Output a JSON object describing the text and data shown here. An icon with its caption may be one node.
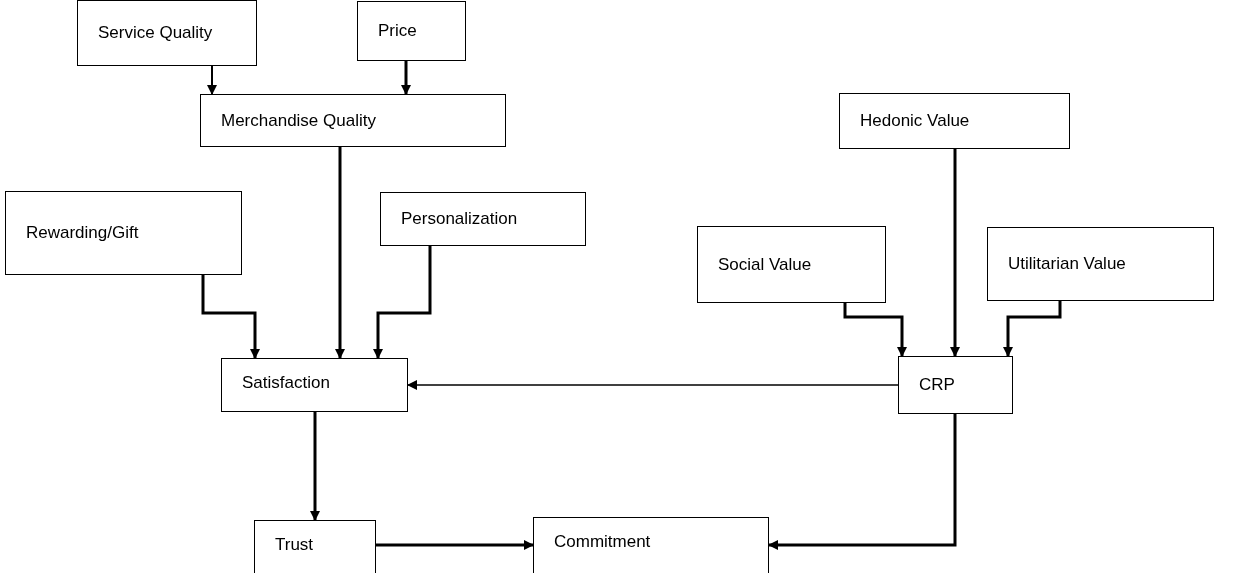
{
  "diagram": {
    "nodes": [
      {
        "text": [
          "Service Quality"
        ]
      },
      {
        "text": [
          "Price"
        ]
      },
      {
        "text": [
          "Merchandise Quality"
        ]
      },
      {
        "text": [
          "Rewarding/Gift"
        ]
      },
      {
        "text": [
          "Personalization"
        ]
      },
      {
        "text": [
          "Hedonic Value"
        ]
      },
      {
        "text": [
          "Social Value"
        ]
      },
      {
        "text": [
          "Utilitarian Value"
        ]
      },
      {
        "text": [
          "Satisfaction"
        ]
      },
      {
        "text": [
          "CRP"
        ]
      },
      {
        "text": [
          "Trust"
        ]
      },
      {
        "text": [
          "Commitment"
        ]
      }
    ],
    "edges": [
      {
        "from": 0,
        "to": 2,
        "arrow": "to"
      },
      {
        "from": 1,
        "to": 2,
        "arrow": "to"
      },
      {
        "from": 2,
        "to": 8,
        "arrow": "to"
      },
      {
        "from": 3,
        "to": 8,
        "arrow": "to"
      },
      {
        "from": 4,
        "to": 8,
        "arrow": "to"
      },
      {
        "from": 5,
        "to": 9,
        "arrow": "to"
      },
      {
        "from": 6,
        "to": 9,
        "arrow": "to"
      },
      {
        "from": 7,
        "to": 9,
        "arrow": "to"
      },
      {
        "from": 9,
        "to": 8,
        "arrow": "to"
      },
      {
        "from": 8,
        "to": 10,
        "arrow": "to"
      },
      {
        "from": 10,
        "to": 11,
        "arrow": "to"
      },
      {
        "from": 9,
        "to": 11,
        "arrow": "to"
      }
    ]
  }
}
